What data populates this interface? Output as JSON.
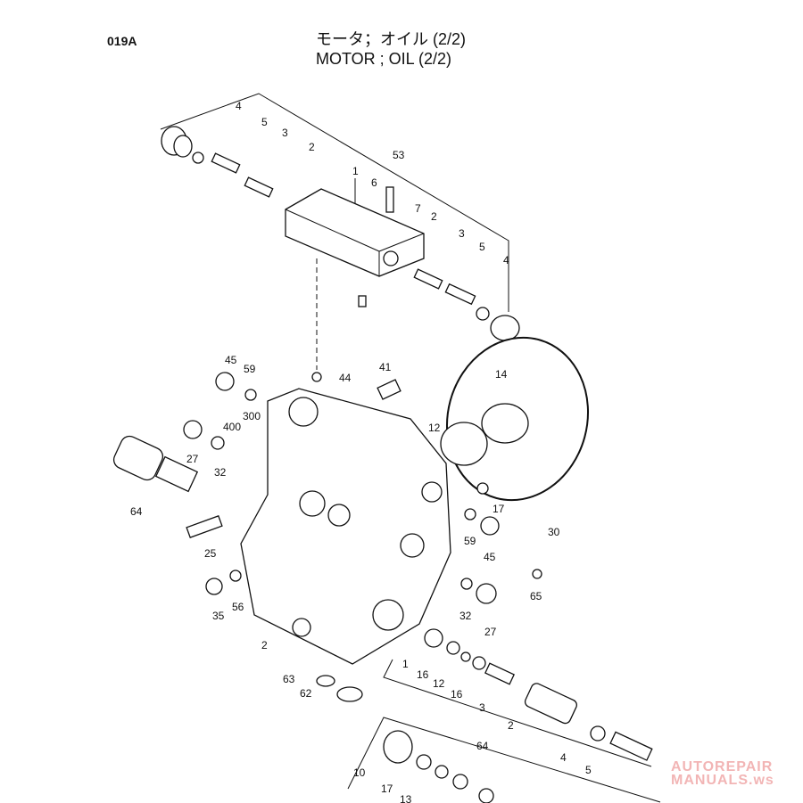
{
  "header": {
    "code": "019A",
    "title_ja": "モータ；オイル (2/2)",
    "title_en": "MOTOR ; OIL (2/2)"
  },
  "callouts": [
    "4",
    "5",
    "3",
    "2",
    "1",
    "6",
    "53",
    "7",
    "2",
    "3",
    "5",
    "4",
    "45",
    "59",
    "44",
    "41",
    "14",
    "300",
    "400",
    "12",
    "27",
    "32",
    "64",
    "25",
    "17",
    "59",
    "45",
    "30",
    "65",
    "56",
    "35",
    "32",
    "27",
    "2",
    "1",
    "16",
    "12",
    "16",
    "63",
    "62",
    "3",
    "2",
    "64",
    "4",
    "5",
    "10",
    "17",
    "13"
  ],
  "watermark": {
    "line1": "AUTOREPAIR",
    "line2": "MANUALS.ws"
  }
}
